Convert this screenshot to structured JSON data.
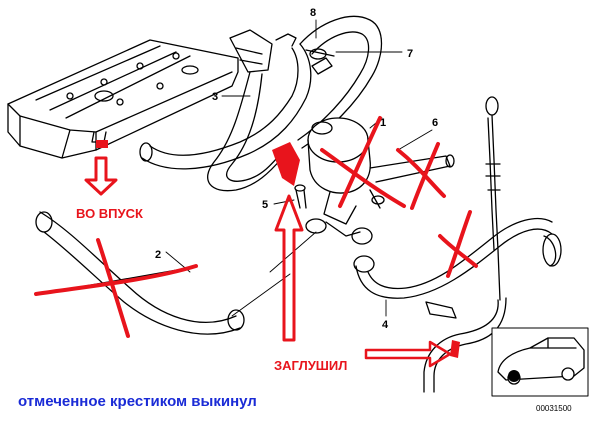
{
  "diagram": {
    "part_numbers": {
      "p1": "1",
      "p2": "2",
      "p3": "3",
      "p4": "4",
      "p5": "5",
      "p6": "6",
      "p7": "7",
      "p8": "8"
    },
    "annotations": {
      "to_intake": "ВО ВПУСК",
      "plugged": "ЗАГЛУШИЛ",
      "caption": "отмеченное крестиком выкинул"
    },
    "drawing_code": "00031500",
    "colors": {
      "line_art": "#000000",
      "annotation_red": "#e8141c",
      "caption_blue": "#1a2bd6"
    }
  }
}
